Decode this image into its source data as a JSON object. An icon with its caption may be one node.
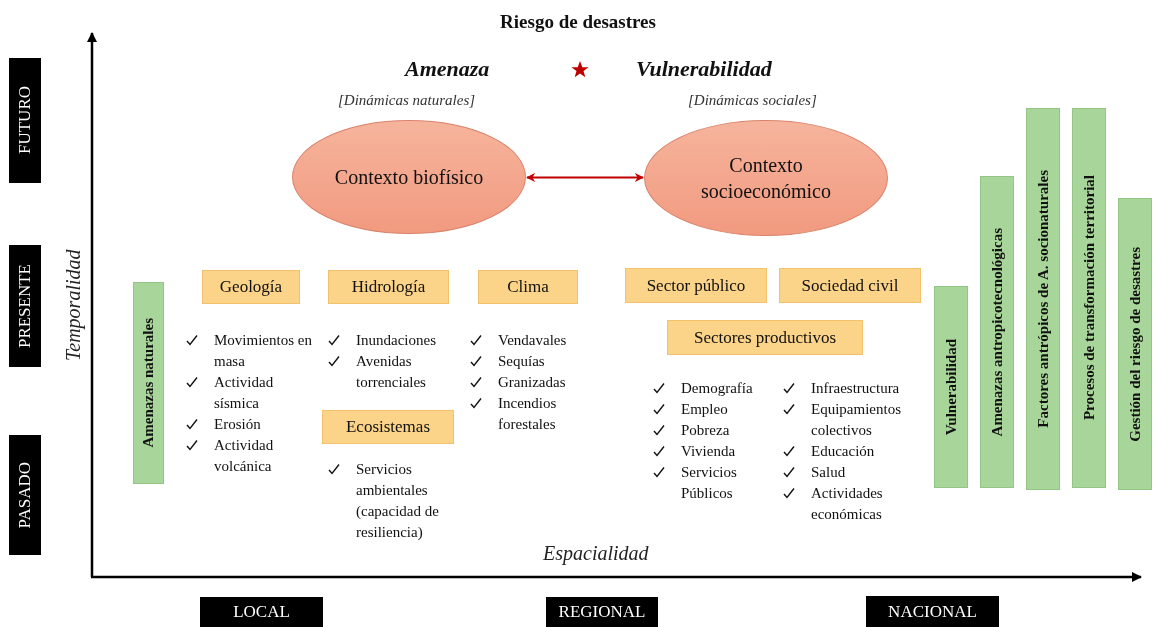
{
  "diagram": {
    "title": "Riesgo de desastres",
    "nodes": [
      {
        "text": [
          "FUTURO"
        ]
      },
      {
        "text": [
          "PRESENTE"
        ]
      },
      {
        "text": [
          "PASADO"
        ]
      },
      {
        "text": [
          "Contexto biofísico"
        ]
      },
      {
        "text": [
          "Contexto socioeconómico"
        ]
      },
      {
        "text": [
          "Amenazas naturales"
        ]
      },
      {
        "text": [
          "Geología"
        ]
      },
      {
        "text": [
          "Hidrología"
        ]
      },
      {
        "text": [
          "Clima"
        ]
      },
      {
        "text": [
          "Sector público"
        ]
      },
      {
        "text": [
          "Sociedad civil"
        ]
      },
      {
        "text": [
          "Sectores productivos"
        ]
      },
      {
        "text": [
          "Vulnerabilidad"
        ]
      },
      {
        "text": [
          "Amenazas antropicotecnológicas"
        ]
      },
      {
        "text": [
          "Factores antrópicos de A. socionaturales"
        ]
      },
      {
        "text": [
          "Procesos de transformación territorial"
        ]
      },
      {
        "text": [
          "Gestión del riesgo de desastres"
        ]
      },
      {
        "text": [
          "Ecosistemas"
        ]
      },
      {
        "text": [
          "LOCAL"
        ]
      },
      {
        "text": [
          "REGIONAL"
        ]
      },
      {
        "text": [
          "NACIONAL"
        ]
      }
    ],
    "edges": [
      {
        "from": 3,
        "to": 4,
        "arrow": "both",
        "color": "#c00000"
      }
    ],
    "labels": [
      "Amenaza",
      "Vulnerabilidad",
      "[Dinámicas naturales]",
      "[Dinámicas sociales]",
      "Temporalidad",
      "Espacialidad",
      "Movimientos en masa",
      "Actividad sísmica",
      "Erosión",
      "Actividad volcánica",
      "Inundaciones",
      "Avenidas torrenciales",
      "Vendavales",
      "Sequías",
      "Granizadas",
      "Incendios forestales",
      "Servicios ambientales (capacidad de resiliencia)",
      "Demografía",
      "Empleo",
      "Pobreza",
      "Vivienda",
      "Servicios Públicos",
      "Infraestructura",
      "Equipamientos colectivos",
      "Educación",
      "Salud",
      "Actividades económicas"
    ]
  }
}
